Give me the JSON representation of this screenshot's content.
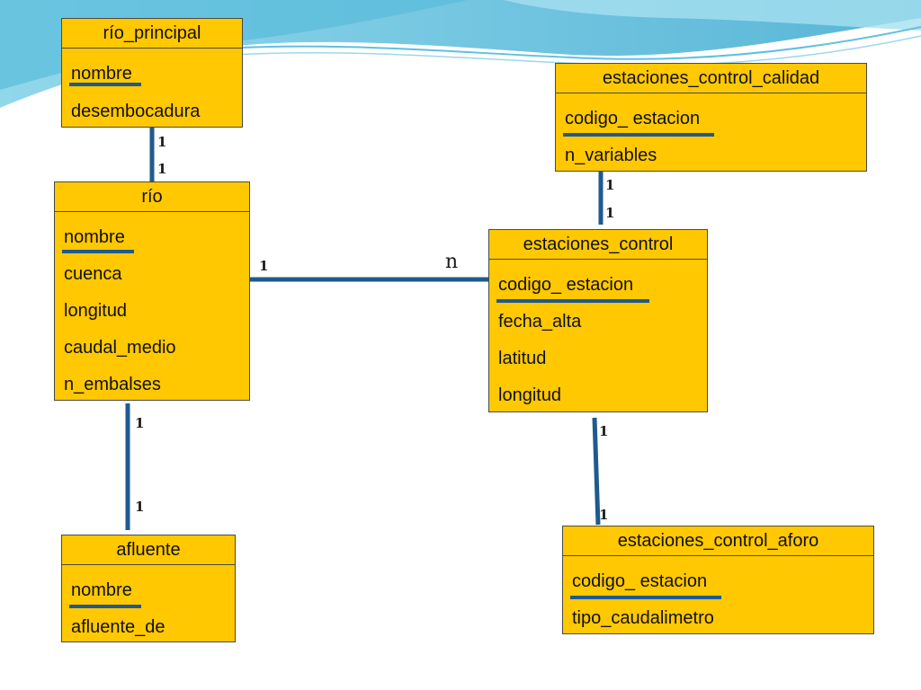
{
  "colors": {
    "entity_fill": "#ffc800",
    "link": "#1f5a8f",
    "border": "#4a4a4a",
    "key_underline": "#1f5a8f"
  },
  "entities": {
    "rio_principal": {
      "title": "río_principal",
      "attrs": [
        "nombre",
        "desembocadura"
      ],
      "key": "nombre"
    },
    "rio": {
      "title": "río",
      "attrs": [
        "nombre",
        "cuenca",
        "longitud",
        "caudal_medio",
        "n_embalses"
      ],
      "key": "nombre"
    },
    "afluente": {
      "title": "afluente",
      "attrs": [
        "nombre",
        "afluente_de"
      ],
      "key": "nombre"
    },
    "estaciones_control_calidad": {
      "title": "estaciones_control_calidad",
      "attrs": [
        "codigo_ estacion",
        "n_variables"
      ],
      "key": "codigo_ estacion"
    },
    "estaciones_control": {
      "title": "estaciones_control",
      "attrs": [
        "codigo_ estacion",
        "fecha_alta",
        "latitud",
        "longitud"
      ],
      "key": "codigo_ estacion"
    },
    "estaciones_control_aforo": {
      "title": "estaciones_control_aforo",
      "attrs": [
        "codigo_ estacion",
        "tipo_caudalimetro"
      ],
      "key": "codigo_ estacion"
    }
  },
  "relationships": [
    {
      "from": "río_principal",
      "to": "río",
      "from_card": "1",
      "to_card": "1"
    },
    {
      "from": "río",
      "to": "estaciones_control",
      "from_card": "1",
      "to_card": "n"
    },
    {
      "from": "río",
      "to": "afluente",
      "from_card": "1",
      "to_card": "1"
    },
    {
      "from": "estaciones_control_calidad",
      "to": "estaciones_control",
      "from_card": "1",
      "to_card": "1"
    },
    {
      "from": "estaciones_control",
      "to": "estaciones_control_aforo",
      "from_card": "1",
      "to_card": "1"
    }
  ]
}
